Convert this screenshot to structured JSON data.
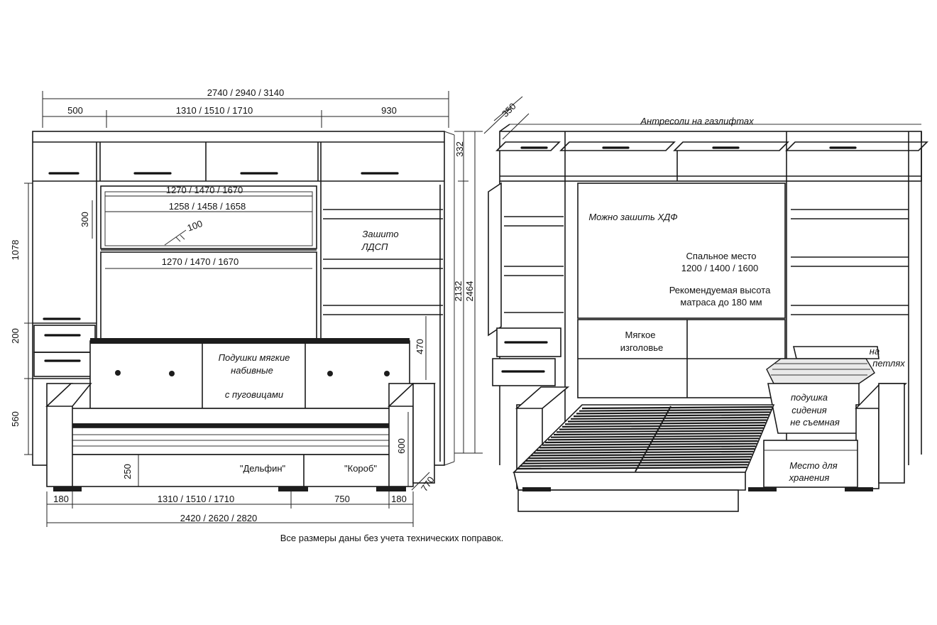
{
  "left": {
    "dims": {
      "total_width": "2740 / 2940 / 3140",
      "left_section": "500",
      "middle_section": "1310 / 1510 / 1710",
      "right_section": "930",
      "niche_outer": "1270 / 1470 / 1670",
      "niche_inner": "1258 / 1458 / 1658",
      "niche_depth": "100",
      "niche_height": "300",
      "bed_width": "1270 / 1470 / 1670",
      "top_height": "332",
      "locker_height": "1078",
      "drawer_height": "200",
      "bottom_height": "560",
      "back_gap": "470",
      "sofa_height": "600",
      "sofa_seat": "250",
      "sofa_depth": "770",
      "arm_left": "180",
      "sofa_middle": "1310 / 1510 / 1710",
      "sofa_right": "750",
      "arm_right": "180",
      "sofa_total": "2420 / 2620 / 2820",
      "height_inner": "2132",
      "height_total": "2464"
    },
    "labels": {
      "sewn_line1": "Зашито",
      "sewn_line2": "ЛДСП",
      "cushions_line1": "Подушки мягкие",
      "cushions_line2": "набивные",
      "cushions_line3": "с пуговицами",
      "dolphin": "\"Дельфин\"",
      "box": "\"Короб\""
    }
  },
  "right": {
    "dims": {
      "depth": "350"
    },
    "labels": {
      "mezzanine": "Антресоли на газлифтах",
      "hdf": "Можно зашить ХДФ",
      "sleep_line1": "Спальное место",
      "sleep_line2": "1200 / 1400 / 1600",
      "mattress_line1": "Рекомендуемая высота",
      "mattress_line2": "матраса до 180 мм",
      "headboard_line1": "Мягкое",
      "headboard_line2": "изголовье",
      "hinges_line1": "на",
      "hinges_line2": "петлях",
      "seat_line1": "подушка",
      "seat_line2": "сидения",
      "seat_line3": "не съемная",
      "storage_line1": "Место для",
      "storage_line2": "хранения"
    }
  },
  "footnote": "Все размеры даны без учета технических поправок."
}
